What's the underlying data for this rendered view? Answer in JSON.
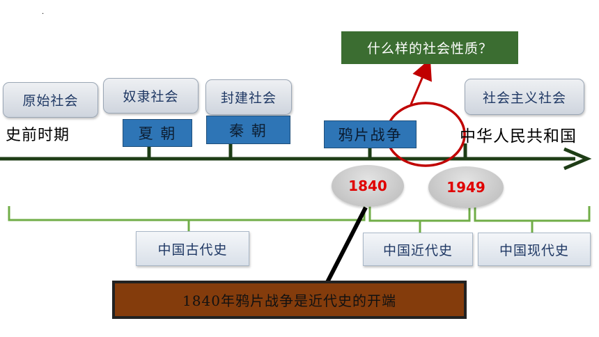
{
  "top_mark": ".",
  "question": "什么样的社会性质？",
  "societies": {
    "primitive": "原始社会",
    "slave": "奴隶社会",
    "feudal": "封建社会",
    "socialist": "社会主义社会"
  },
  "periods": {
    "prehistoric": "史前时期",
    "xia": "夏 朝",
    "qin": "秦   朝",
    "opium_war": "鸦片战争",
    "prc": "中华人民共和国"
  },
  "years": {
    "y1840": "1840",
    "y1949": "1949"
  },
  "eras": {
    "ancient": "中国古代史",
    "modern": "中国近代史",
    "contemporary": "中国现代史"
  },
  "banner": "1840年鸦片战争是近代史的开端",
  "colors": {
    "timeline": "#1e3d16",
    "brace": "#70ad47",
    "highlight": "#c00000",
    "year_text": "#e00000",
    "question_bg": "#3b6d31",
    "banner_bg": "#843c0c",
    "dynasty_bg": "#2e75b6"
  }
}
